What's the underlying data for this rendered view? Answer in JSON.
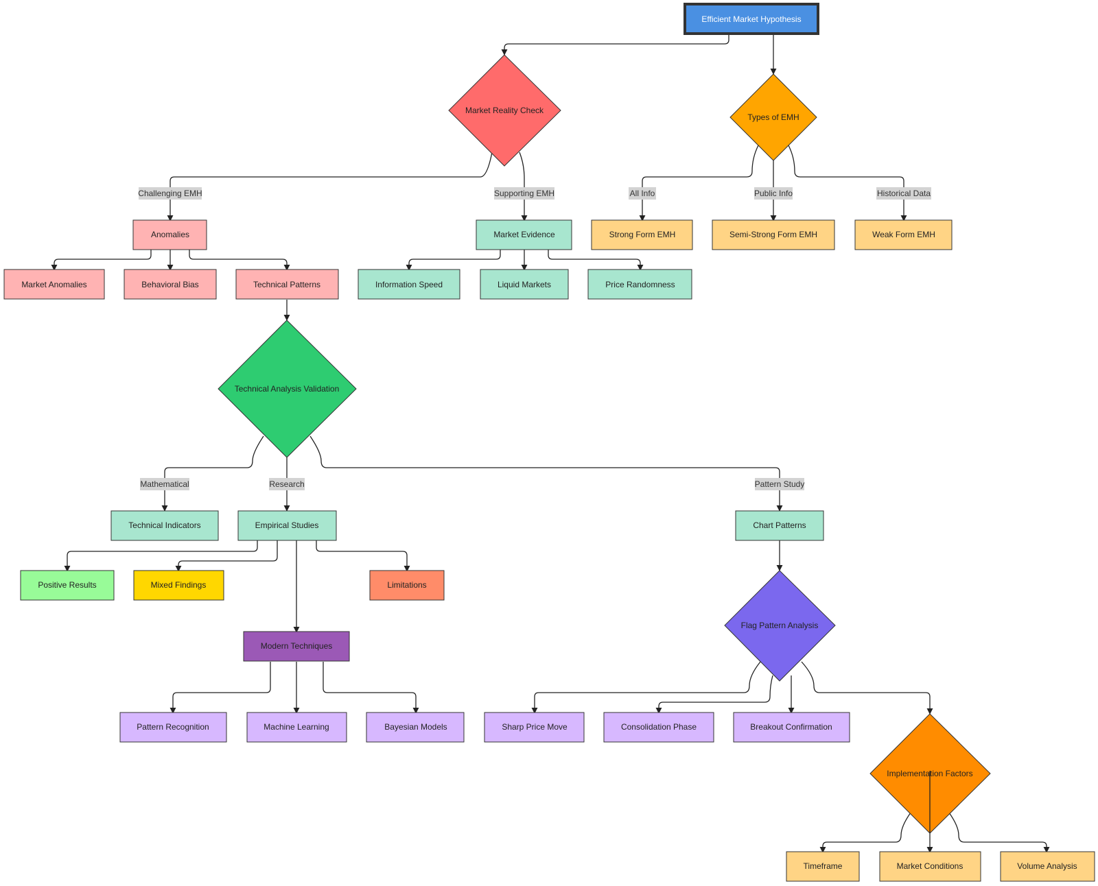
{
  "colors": {
    "root": "#4a90e2",
    "reality_diamond": "#ff6b6b",
    "types_diamond": "#ffa500",
    "pink_box": "#ffb3b3",
    "mint_box": "#a8e6cf",
    "gold_box": "#ffd485",
    "tech_diamond": "#2ecc71",
    "positive": "#98fb98",
    "mixed": "#ffd700",
    "limitations": "#ff8c69",
    "modern": "#9b59b6",
    "lavender_box": "#d7b8ff",
    "flag_diamond": "#7b68ee",
    "impl_diamond": "#ff8c00",
    "edge": "#222222",
    "edge_label_bg": "#d3d3d3"
  },
  "nodes": {
    "emh": "Efficient Market Hypothesis",
    "reality": "Market Reality Check",
    "types": "Types of EMH",
    "anomalies": "Anomalies",
    "evidence": "Market Evidence",
    "strong": "Strong Form EMH",
    "semistrong": "Semi-Strong Form EMH",
    "weak": "Weak Form EMH",
    "market_anomalies": "Market Anomalies",
    "behavioral_bias": "Behavioral Bias",
    "technical_patterns": "Technical Patterns",
    "information_speed": "Information Speed",
    "liquid_markets": "Liquid Markets",
    "price_randomness": "Price Randomness",
    "tav": "Technical Analysis Validation",
    "indicators": "Technical Indicators",
    "empirical": "Empirical Studies",
    "chart_patterns": "Chart Patterns",
    "positive": "Positive Results",
    "mixed": "Mixed Findings",
    "limitations": "Limitations",
    "modern": "Modern Techniques",
    "flag": "Flag Pattern Analysis",
    "pattern_recognition": "Pattern Recognition",
    "machine_learning": "Machine Learning",
    "bayesian": "Bayesian Models",
    "sharp_move": "Sharp Price Move",
    "consolidation": "Consolidation Phase",
    "breakout": "Breakout Confirmation",
    "implementation": "Implementation Factors",
    "timeframe": "Timeframe",
    "market_conditions": "Market Conditions",
    "volume": "Volume Analysis"
  },
  "edge_labels": {
    "challenging": "Challenging EMH",
    "supporting": "Supporting EMH",
    "all_info": "All Info",
    "public_info": "Public Info",
    "historical": "Historical Data",
    "mathematical": "Mathematical",
    "research": "Research",
    "pattern_study": "Pattern Study"
  }
}
